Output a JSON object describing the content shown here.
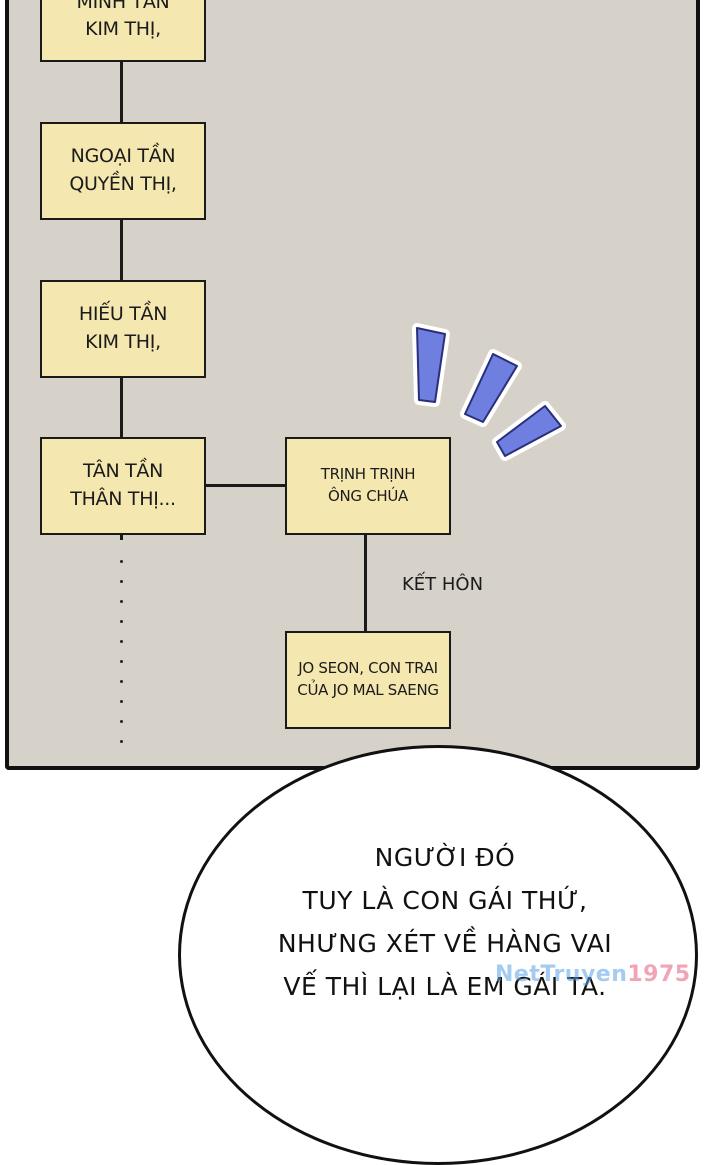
{
  "family_tree": {
    "main_line": [
      "MINH TẦN\nKIM THỊ,",
      "NGOẠI TẦN\nQUYỀN THỊ,",
      "HIẾU TẦN\nKIM THỊ,",
      "TÂN TẦN\nTHÂN THỊ..."
    ],
    "branch_princess": "TRỊNH TRỊNH\nÔNG CHÚA",
    "marriage_label": "KẾT HÔN",
    "spouse": "JO SEON, CON TRAI\nCỦA JO MAL SAENG"
  },
  "speech_bubble": {
    "text": "NGƯỜI ĐÓ\nTUY LÀ CON GÁI THỨ,\nNHƯNG XÉT VỀ HÀNG VAI\nVẾ THÌ LẠI LÀ EM GÁI TA."
  },
  "watermark": {
    "text": "NetTruyen",
    "number": "1975"
  },
  "colors": {
    "panel_bg": "#d6d1c9",
    "node_fill": "#f5e7b0",
    "accent_marks": "#6f7fe0",
    "outline": "#111111"
  }
}
